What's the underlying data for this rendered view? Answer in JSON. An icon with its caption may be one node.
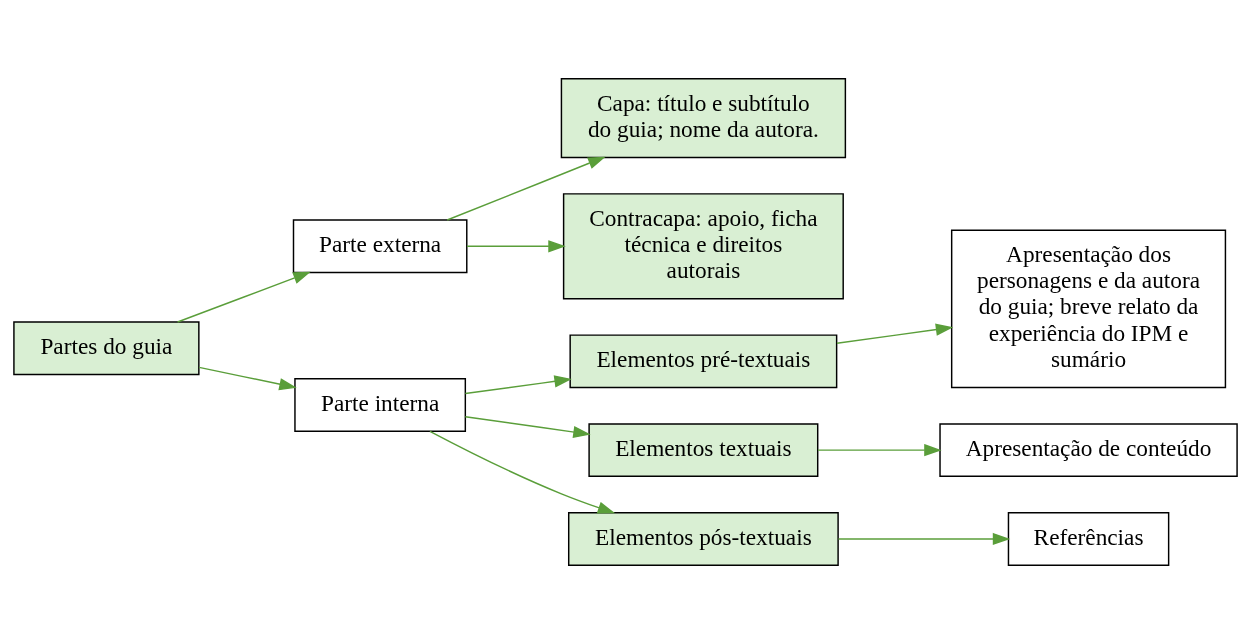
{
  "diagram": {
    "nodes": [
      {
        "text": [
          "Partes do guia"
        ]
      },
      {
        "text": [
          "Parte externa"
        ]
      },
      {
        "text": [
          "Parte interna"
        ]
      },
      {
        "text": [
          "Capa: título e subtítulo do guia; nome da autora."
        ]
      },
      {
        "text": [
          "Contracapa: apoio, ficha técnica e direitos autorais"
        ]
      },
      {
        "text": [
          "Elementos pré-textuais"
        ]
      },
      {
        "text": [
          "Elementos textuais"
        ]
      },
      {
        "text": [
          "Elementos pós-textuais"
        ]
      },
      {
        "text": [
          "Apresentação dos personagens e da autora do guia; breve relato da experiência do IPM e sumário"
        ]
      },
      {
        "text": [
          "Apresentação de conteúdo"
        ]
      },
      {
        "text": [
          "Referências"
        ]
      }
    ],
    "edges": [
      {
        "from": 0,
        "to": 1,
        "arrow": "to"
      },
      {
        "from": 0,
        "to": 2,
        "arrow": "to"
      },
      {
        "from": 1,
        "to": 3,
        "arrow": "to"
      },
      {
        "from": 1,
        "to": 4,
        "arrow": "to"
      },
      {
        "from": 2,
        "to": 5,
        "arrow": "to"
      },
      {
        "from": 2,
        "to": 6,
        "arrow": "to"
      },
      {
        "from": 2,
        "to": 7,
        "arrow": "to"
      },
      {
        "from": 5,
        "to": 8,
        "arrow": "to"
      },
      {
        "from": 6,
        "to": 9,
        "arrow": "to"
      },
      {
        "from": 7,
        "to": 10,
        "arrow": "to"
      }
    ]
  }
}
